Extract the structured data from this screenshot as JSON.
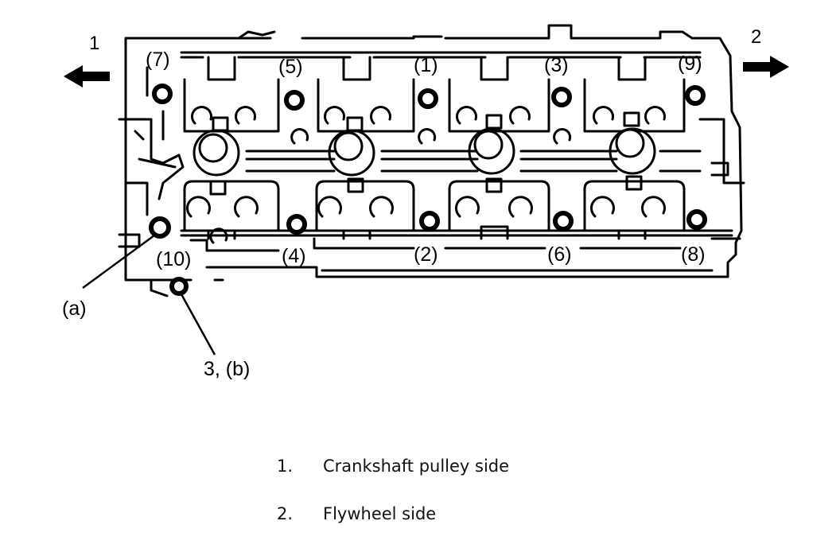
{
  "diagram": {
    "direction_labels": {
      "left": "1",
      "right": "2"
    },
    "bolt_labels": [
      "(1)",
      "(2)",
      "(3)",
      "(4)",
      "(5)",
      "(6)",
      "(7)",
      "(8)",
      "(9)",
      "(10)"
    ],
    "callouts": {
      "a": "(a)",
      "b": "3, (b)"
    }
  },
  "legend": [
    {
      "num": "1.",
      "text": "Crankshaft pulley side"
    },
    {
      "num": "2.",
      "text": "Flywheel side"
    }
  ]
}
